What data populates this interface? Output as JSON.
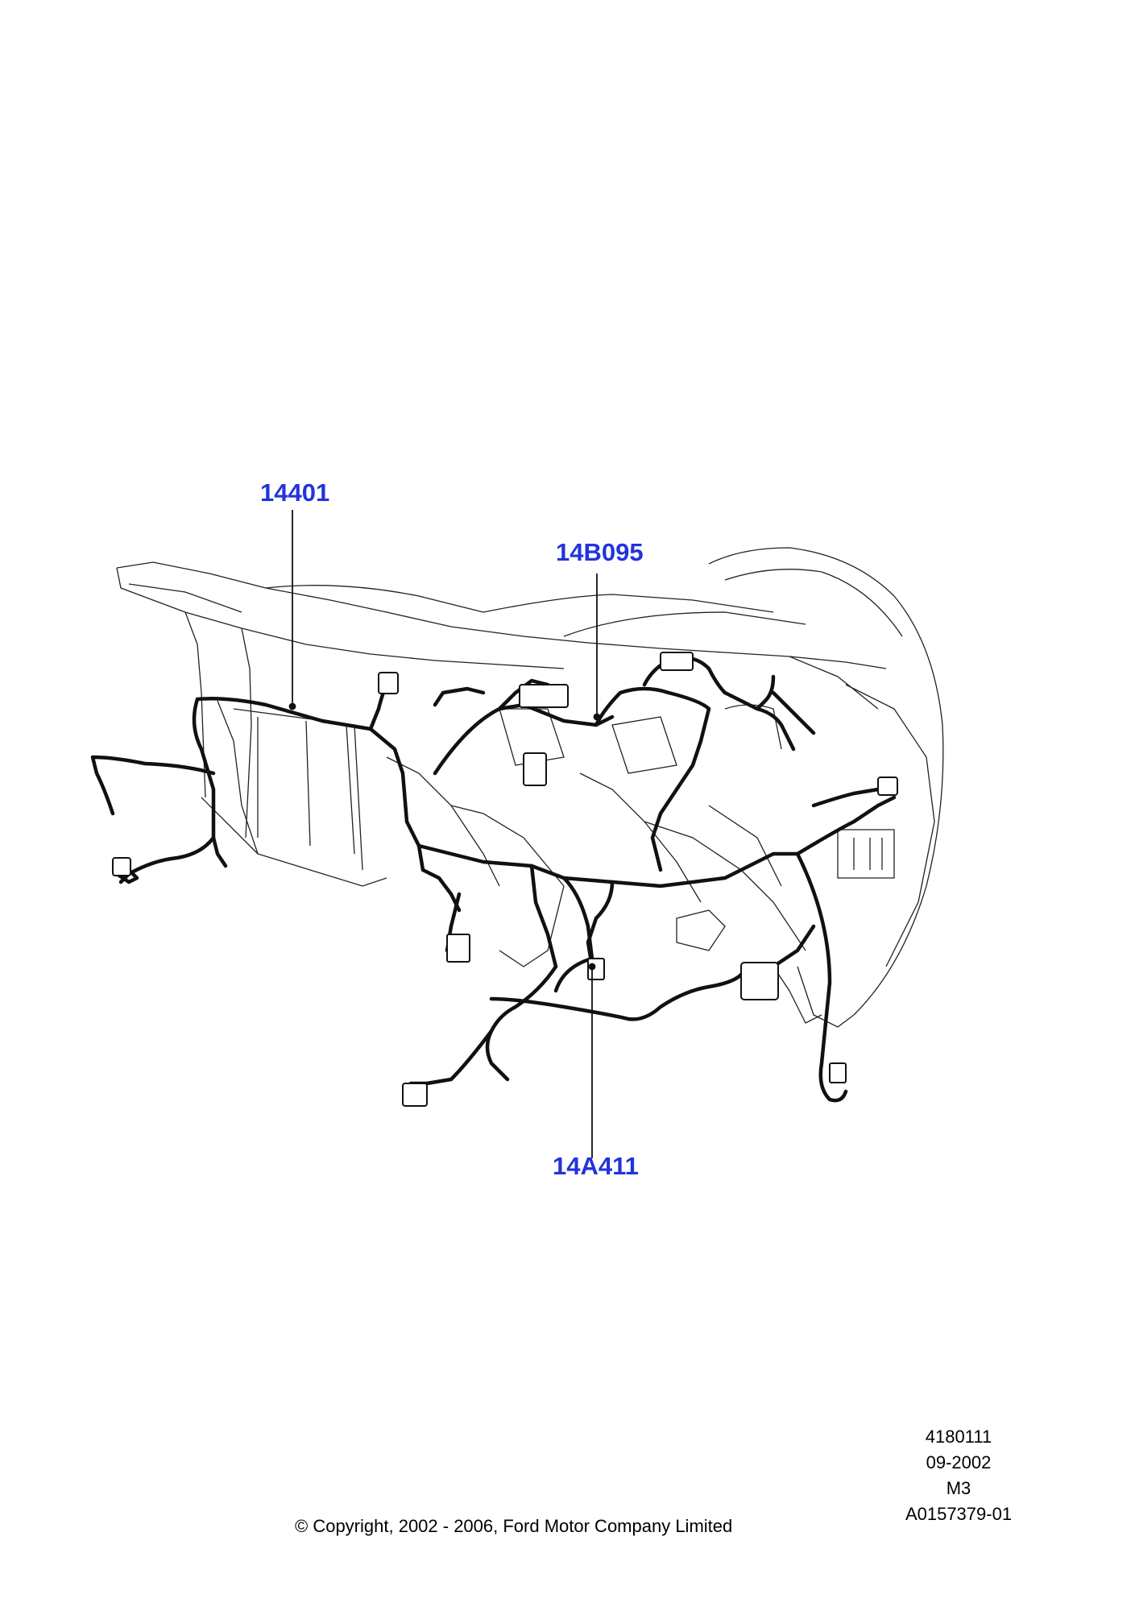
{
  "callouts": {
    "part_14401": "14401",
    "part_14B095": "14B095",
    "part_14A411": "14A411"
  },
  "meta": {
    "illustration_number": "4180111",
    "date": "09-2002",
    "model": "M3",
    "reference": "A0157379-01"
  },
  "copyright": "© Copyright, 2002 - 2006, Ford Motor Company Limited",
  "colors": {
    "callout_text": "#2233dd",
    "line_art": "#000000"
  }
}
